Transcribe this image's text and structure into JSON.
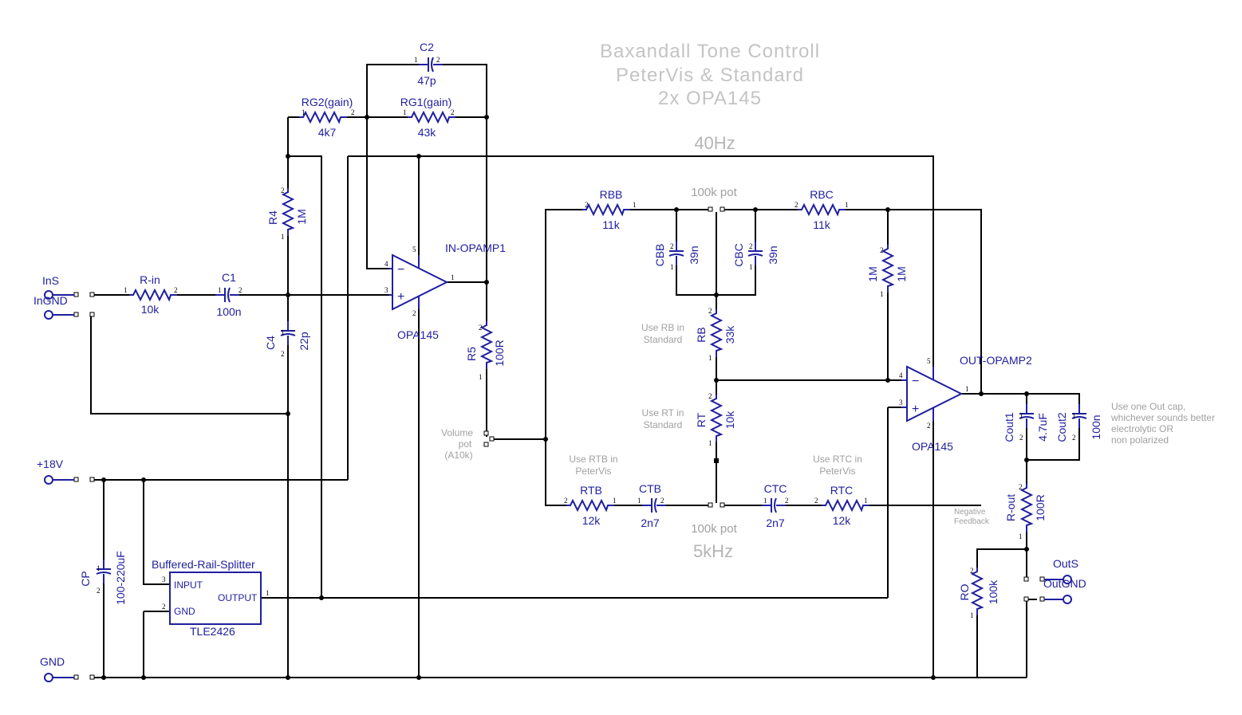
{
  "title": [
    "Baxandall Tone Controll",
    "PeterVis & Standard",
    "2x OPA145"
  ],
  "freq_labels": {
    "bass": "40Hz",
    "treble": "5kHz"
  },
  "pot_labels": {
    "bass_pot": "100k pot",
    "treble_pot": "100k pot"
  },
  "connectors": {
    "ins": "InS",
    "ingnd": "InGND",
    "v18": "+18V",
    "gnd": "GND",
    "outs": "OutS",
    "outgnd": "OutGND"
  },
  "components": {
    "r_in": {
      "name": "R-in",
      "value": "10k"
    },
    "c1": {
      "name": "C1",
      "value": "100n"
    },
    "r4": {
      "name": "R4",
      "value": "1M"
    },
    "c4": {
      "name": "C4",
      "value": "22p"
    },
    "rg2": {
      "name": "RG2(gain)",
      "value": "4k7"
    },
    "rg1": {
      "name": "RG1(gain)",
      "value": "43k"
    },
    "c2": {
      "name": "C2",
      "value": "47p"
    },
    "r5": {
      "name": "R5",
      "value": "100R"
    },
    "rbb": {
      "name": "RBB",
      "value": "11k"
    },
    "rbc": {
      "name": "RBC",
      "value": "11k"
    },
    "cbb": {
      "name": "CBB",
      "value": "39n"
    },
    "cbc": {
      "name": "CBC",
      "value": "39n"
    },
    "rb": {
      "name": "RB",
      "value": "33k"
    },
    "rt": {
      "name": "RT",
      "value": "10k"
    },
    "r1m": {
      "name": "1M",
      "value": "1M"
    },
    "rtb": {
      "name": "RTB",
      "value": "12k"
    },
    "ctb": {
      "name": "CTB",
      "value": "2n7"
    },
    "ctc": {
      "name": "CTC",
      "value": "2n7"
    },
    "rtc": {
      "name": "RTC",
      "value": "12k"
    },
    "cout1": {
      "name": "Cout1",
      "value": "4.7uF"
    },
    "cout2": {
      "name": "Cout2",
      "value": "100n"
    },
    "r_out": {
      "name": "R-out",
      "value": "100R"
    },
    "ro": {
      "name": "RO",
      "value": "100k"
    },
    "cp": {
      "name": "CP",
      "value": "100-220uF"
    }
  },
  "opamps": {
    "op1": {
      "net": "IN-OPAMP1",
      "part": "OPA145"
    },
    "op2": {
      "net": "OUT-OPAMP2",
      "part": "OPA145"
    }
  },
  "splitter": {
    "name": "Buffered-Rail-Splitter",
    "part": "TLE2426",
    "input": "INPUT",
    "gnd": "GND",
    "output": "OUTPUT"
  },
  "notes": {
    "rb_note": [
      "Use RB in",
      "Standard"
    ],
    "rt_note": [
      "Use RT in",
      "Standard"
    ],
    "rtb_note": [
      "Use RTB in",
      "PeterVis"
    ],
    "rtc_note": [
      "Use RTC in",
      "PeterVis"
    ],
    "volume": [
      "Volume",
      "pot",
      "(A10k)"
    ],
    "negfb": [
      "Negative",
      "Feedback"
    ],
    "outcap": [
      "Use one Out cap,",
      "whichever sounds better",
      "electrolytic OR",
      "non polarized"
    ]
  },
  "pins": {
    "p1": "1",
    "p2": "2",
    "p3": "3",
    "p4": "4",
    "p5": "5"
  }
}
